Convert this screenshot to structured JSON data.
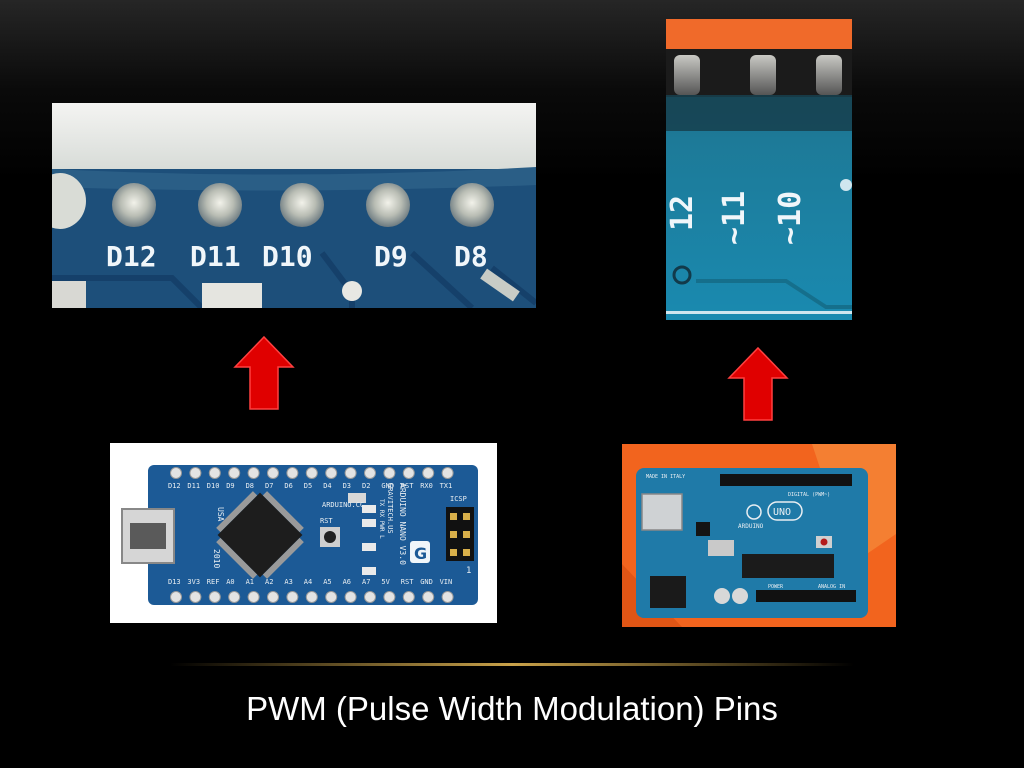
{
  "slide": {
    "caption": "PWM (Pulse Width Modulation) Pins",
    "accent_color": "#c9a24a",
    "arrow_color": "#e00000"
  },
  "nano_closeup": {
    "pin_labels": [
      "D12",
      "D11",
      "D10",
      "D9",
      "D8"
    ]
  },
  "uno_closeup": {
    "pin_labels": [
      "12",
      "~11",
      "~10"
    ]
  },
  "nano_board": {
    "top_labels": [
      "D12",
      "D11",
      "D10",
      "D9",
      "D8",
      "D7",
      "D6",
      "D5",
      "D4",
      "D3",
      "D2",
      "GND",
      "RST",
      "RX0",
      "TX1"
    ],
    "bottom_labels": [
      "D13",
      "3V3",
      "REF",
      "A0",
      "A1",
      "A2",
      "A3",
      "A4",
      "A5",
      "A6",
      "A7",
      "5V",
      "RST",
      "GND",
      "VIN"
    ],
    "text_usa": "USA",
    "text_year": "2010",
    "text_site": "ARDUINO.CC",
    "text_rst": "RST",
    "text_model": "ARDUINO NANO V3.0",
    "text_maker": "GRAVITECH.US",
    "text_leds": "TX RX PWR L",
    "text_icsp": "ICSP",
    "text_one": "1"
  },
  "uno_board": {
    "text_made": "MADE IN ITALY",
    "text_digital": "DIGITAL (PWM~)",
    "text_brand": "ARDUINO",
    "text_uno": "UNO",
    "text_power": "POWER",
    "text_analog": "ANALOG IN"
  }
}
